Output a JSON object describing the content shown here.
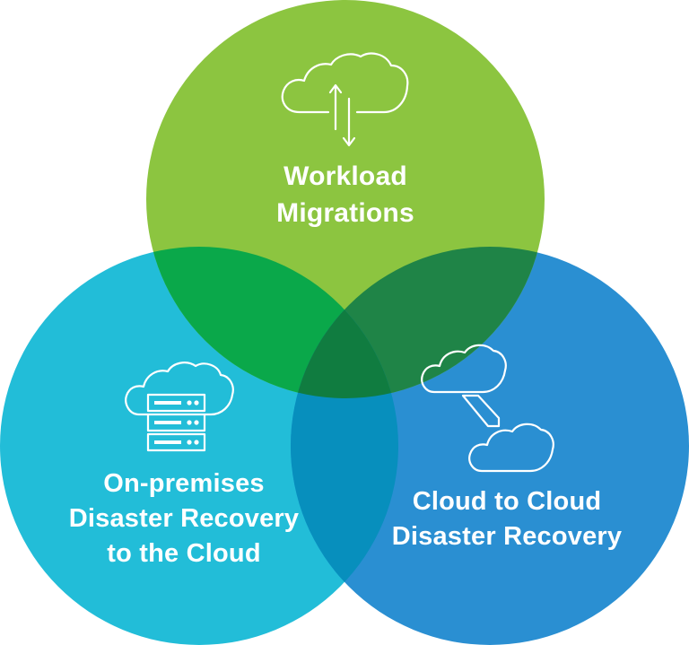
{
  "circles": {
    "top": {
      "color": "#8cc540",
      "line1": "Workload",
      "line2": "Migrations",
      "icon": "cloud-transfer-icon"
    },
    "left": {
      "color": "#22bdd8",
      "line1": "On-premises",
      "line2": "Disaster Recovery",
      "line3": "to the Cloud",
      "icon": "cloud-server-icon"
    },
    "right": {
      "color": "#2a8fd2",
      "line1": "Cloud to Cloud",
      "line2": "Disaster Recovery",
      "icon": "cloud-to-cloud-icon"
    }
  },
  "overlaps": {
    "top_left": "#0aa84a",
    "top_right": "#1f8447",
    "left_right": "#078fbd",
    "center": "#107c40"
  }
}
